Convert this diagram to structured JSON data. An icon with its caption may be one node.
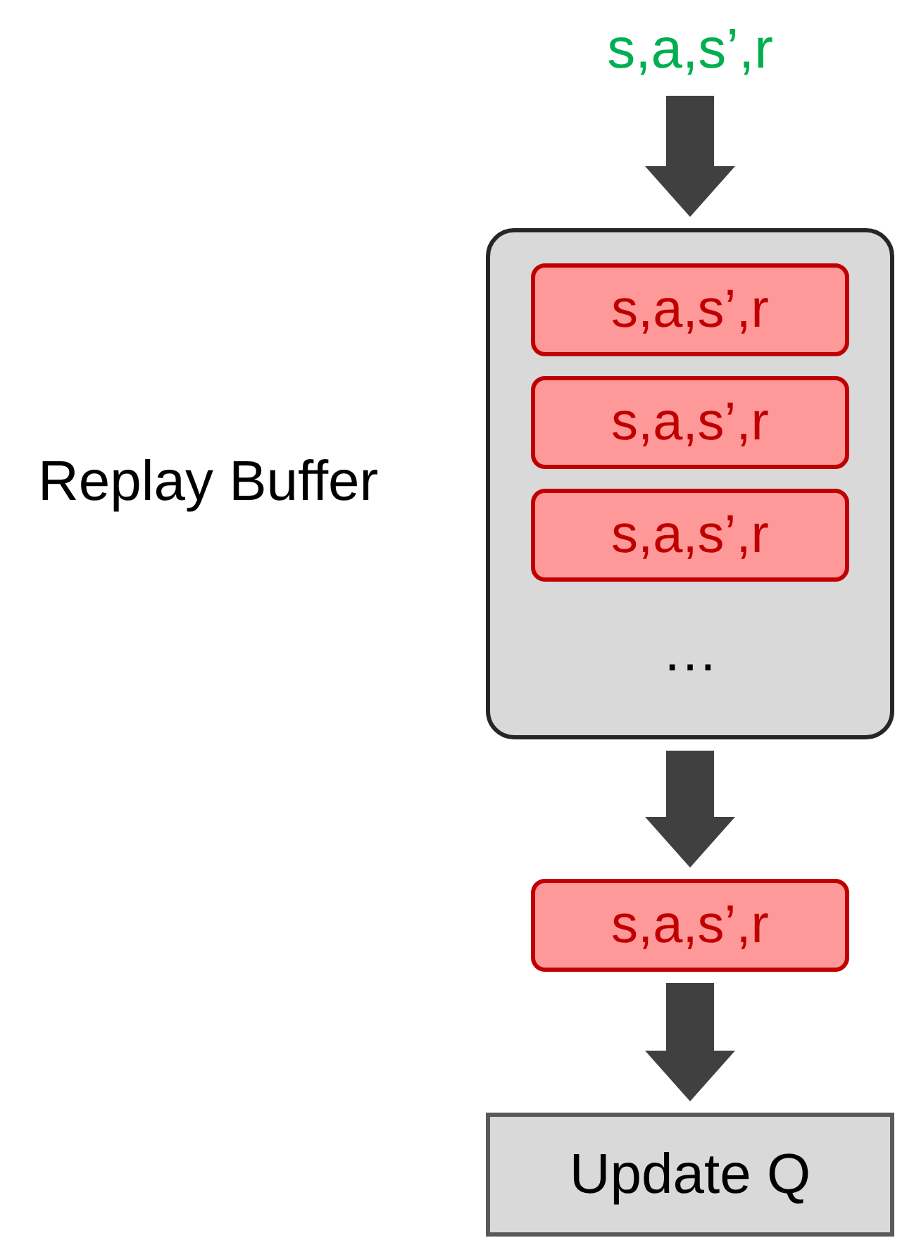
{
  "diagram": {
    "nodes": [
      {
        "text": [
          "s,a,s’,r"
        ]
      },
      {
        "text": [
          "Replay Buffer",
          "…"
        ]
      },
      {
        "text": [
          "s,a,s’,r"
        ],
        "in": 1
      },
      {
        "text": [
          "s,a,s’,r"
        ],
        "in": 1
      },
      {
        "text": [
          "s,a,s’,r"
        ],
        "in": 1
      },
      {
        "text": [
          "s,a,s’,r"
        ]
      },
      {
        "text": [
          "Update Q"
        ]
      }
    ],
    "edges": [
      {
        "from": 0,
        "to": 1,
        "arrow": "to"
      },
      {
        "from": 1,
        "to": 5,
        "arrow": "to"
      },
      {
        "from": 5,
        "to": 6,
        "arrow": "to"
      }
    ]
  }
}
